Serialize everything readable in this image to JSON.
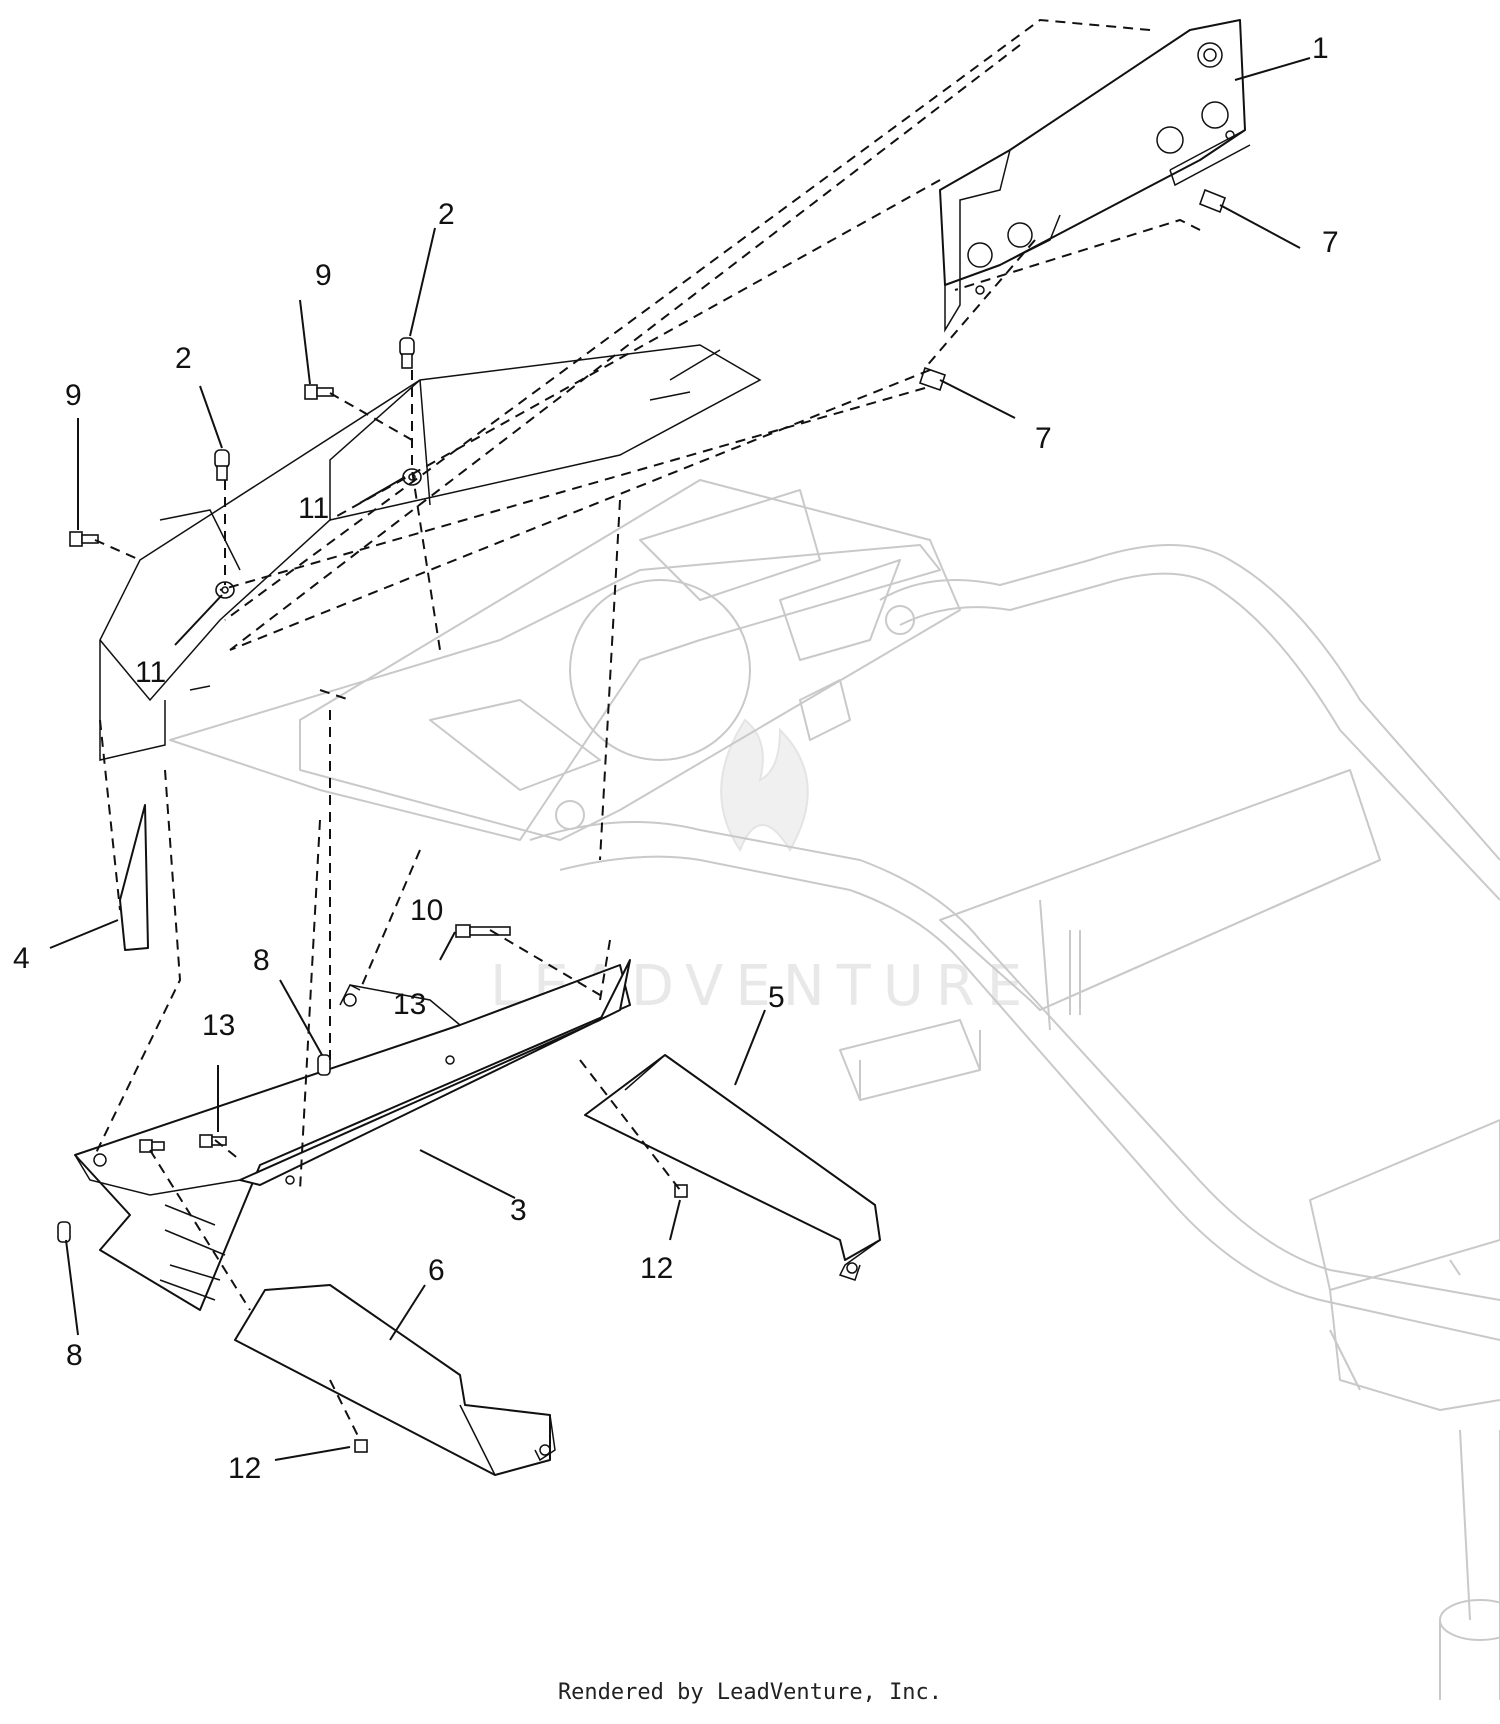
{
  "diagram": {
    "callouts": [
      {
        "id": "c-1a",
        "label": "1"
      },
      {
        "id": "c-2a",
        "label": "2"
      },
      {
        "id": "c-2b",
        "label": "2"
      },
      {
        "id": "c-3",
        "label": "3"
      },
      {
        "id": "c-4",
        "label": "4"
      },
      {
        "id": "c-5",
        "label": "5"
      },
      {
        "id": "c-6",
        "label": "6"
      },
      {
        "id": "c-7a",
        "label": "7"
      },
      {
        "id": "c-7b",
        "label": "7"
      },
      {
        "id": "c-8a",
        "label": "8"
      },
      {
        "id": "c-8b",
        "label": "8"
      },
      {
        "id": "c-9a",
        "label": "9"
      },
      {
        "id": "c-9b",
        "label": "9"
      },
      {
        "id": "c-10",
        "label": "10"
      },
      {
        "id": "c-11a",
        "label": "11"
      },
      {
        "id": "c-11b",
        "label": "11"
      },
      {
        "id": "c-12a",
        "label": "12"
      },
      {
        "id": "c-12b",
        "label": "12"
      },
      {
        "id": "c-13a",
        "label": "13"
      },
      {
        "id": "c-13b",
        "label": "13"
      }
    ],
    "watermark": "LEADVENTURE"
  },
  "footer": {
    "text": "Rendered by LeadVenture, Inc."
  }
}
